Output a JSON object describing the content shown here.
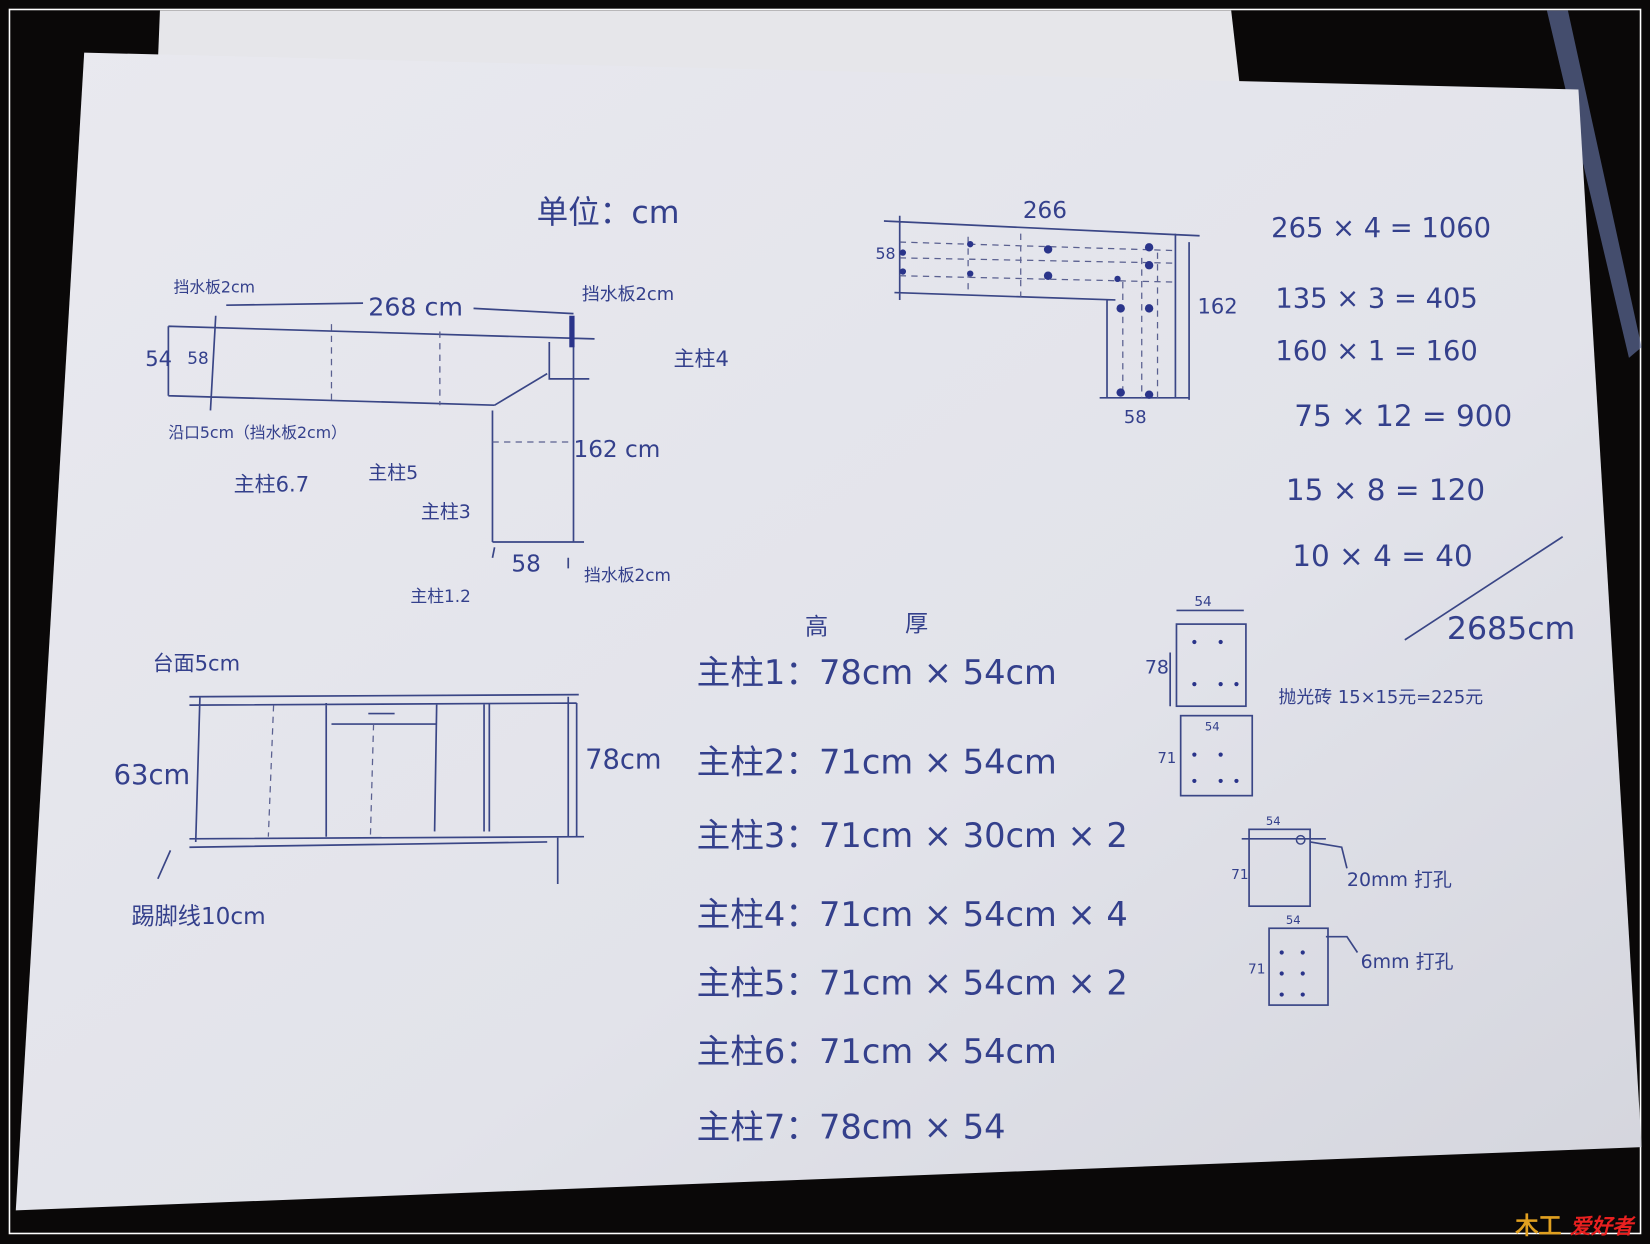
{
  "colors": {
    "ink": "#34408c",
    "paper": "#e4e5ec",
    "background": "#0a0808"
  },
  "unit_note": "单位：cm",
  "plan_view": {
    "length": "268 cm",
    "depth_a": "54",
    "depth_b": "58",
    "side_length": "162 cm",
    "side_depth": "58",
    "splash_top_left": "挡水板2cm",
    "splash_top_right": "挡水板2cm",
    "splash_bottom": "挡水板2cm",
    "edge_note": "沿口5cm（挡水板2cm）",
    "pillar_4": "主柱4",
    "pillar_67": "主柱6.7",
    "pillar_5": "主柱5",
    "pillar_3": "主柱3",
    "pillar_12": "主柱1.2"
  },
  "frame_plan": {
    "length": "266",
    "depth": "58",
    "side_length": "162",
    "side_depth": "58"
  },
  "calculations": [
    "265 × 4 = 1060",
    "135 × 3 = 405",
    "160 × 1 = 160",
    "75 × 12 = 900",
    "15 × 8 = 120",
    "10 × 4 = 40"
  ],
  "total": "2685cm",
  "tile_note": "抛光砖 15×15元=225元",
  "elevation": {
    "top_label": "台面5cm",
    "height_left": "63cm",
    "height_right": "78cm",
    "kick_label": "踢脚线10cm"
  },
  "pillar_list": {
    "col_height": "高",
    "col_thickness": "厚",
    "items": [
      "主柱1：78cm × 54cm",
      "主柱2：71cm × 54cm",
      "主柱3：71cm × 30cm × 2",
      "主柱4：71cm × 54cm × 4",
      "主柱5：71cm × 54cm × 2",
      "主柱6：71cm × 54cm",
      "主柱7：78cm × 54"
    ]
  },
  "detail_boxes": {
    "box1_width": "54",
    "box1_height": "78",
    "box2_width": "54",
    "box2_height": "71",
    "box3_width": "54",
    "box3_height": "71",
    "box3_note": "20mm 打孔",
    "box4_width": "54",
    "box4_height": "71",
    "box4_note": "6mm 打孔"
  },
  "watermark": {
    "logo": "木工",
    "text": "爱好者"
  }
}
